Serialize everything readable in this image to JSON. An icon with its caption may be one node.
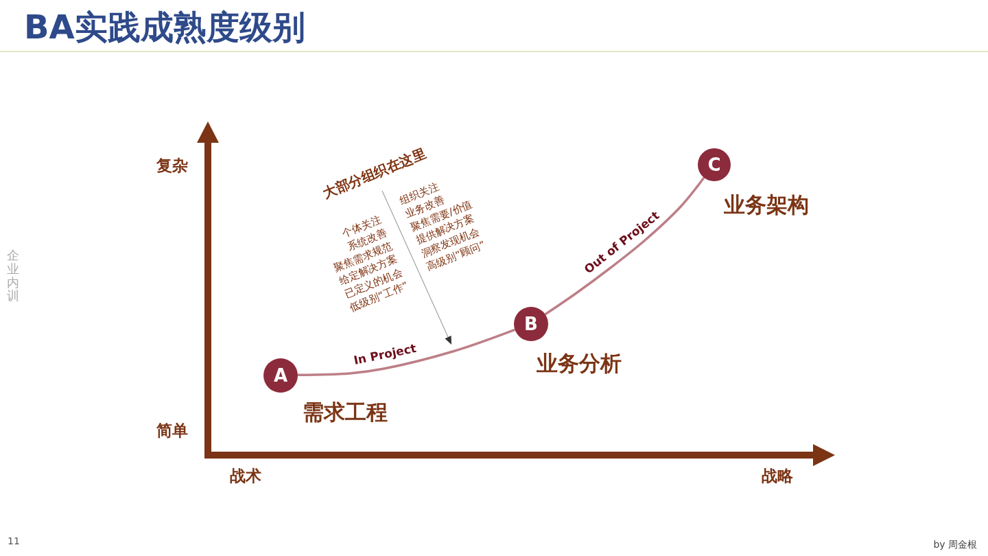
{
  "diagram": {
    "title": "BA实践成熟度级别",
    "nodes": [
      {
        "text": [
          "A"
        ],
        "beside": [
          "需求工程"
        ]
      },
      {
        "text": [
          "B"
        ],
        "beside": [
          "业务分析"
        ]
      },
      {
        "text": [
          "C"
        ],
        "beside": [
          "业务架构"
        ]
      }
    ],
    "edges": [
      {
        "from": 0,
        "to": 1,
        "arrow": "none",
        "label": "In Project"
      },
      {
        "from": 1,
        "to": 2,
        "arrow": "none",
        "label": "Out of Project"
      }
    ],
    "labels": [
      "复杂",
      "大部分组织在这里",
      "个体关注",
      "系统改善",
      "聚焦需求规范",
      "给定解决方案",
      "已定义的机会",
      "低级别“工作”",
      "组织关注",
      "业务改善",
      "聚焦需要/价值",
      "提供解决方案",
      "洞察发现机会",
      "高级别“顾问”",
      "简单",
      "战术",
      "战略",
      "企业内训",
      "11",
      "by 周金根"
    ]
  }
}
